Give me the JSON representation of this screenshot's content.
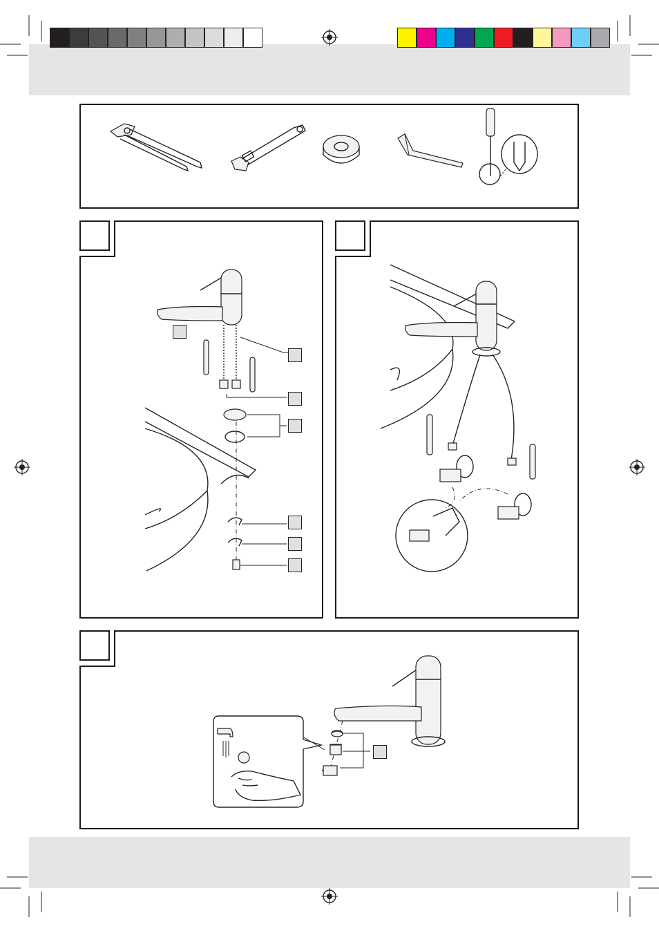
{
  "page": {
    "header_band": "",
    "footer_band": ""
  },
  "color_bar": {
    "grayscale": [
      "#231f20",
      "#3d3b3c",
      "#555354",
      "#6b696a",
      "#817f80",
      "#989697",
      "#afadae",
      "#c5c4c4",
      "#dcdbdb",
      "#eeeded",
      "#ffffff"
    ],
    "process": [
      "#fff200",
      "#ec008c",
      "#00aeef",
      "#2e3192",
      "#00a651",
      "#ed1c24",
      "#231f20",
      "#fff799",
      "#f49ac1",
      "#6dcff6",
      "#a7a9ac"
    ]
  },
  "tools_panel": {
    "items": [
      "pliers-icon",
      "wrench-icon",
      "sealing-tape-icon",
      "hex-key-icon",
      "screwdriver-icon"
    ]
  },
  "step_panels": [
    {
      "id": "step-a",
      "tab_number": "",
      "callouts": [
        "",
        "",
        "",
        "",
        "",
        "",
        ""
      ]
    },
    {
      "id": "step-b",
      "tab_number": ""
    },
    {
      "id": "step-c",
      "tab_number": "",
      "callouts": [
        ""
      ]
    }
  ]
}
